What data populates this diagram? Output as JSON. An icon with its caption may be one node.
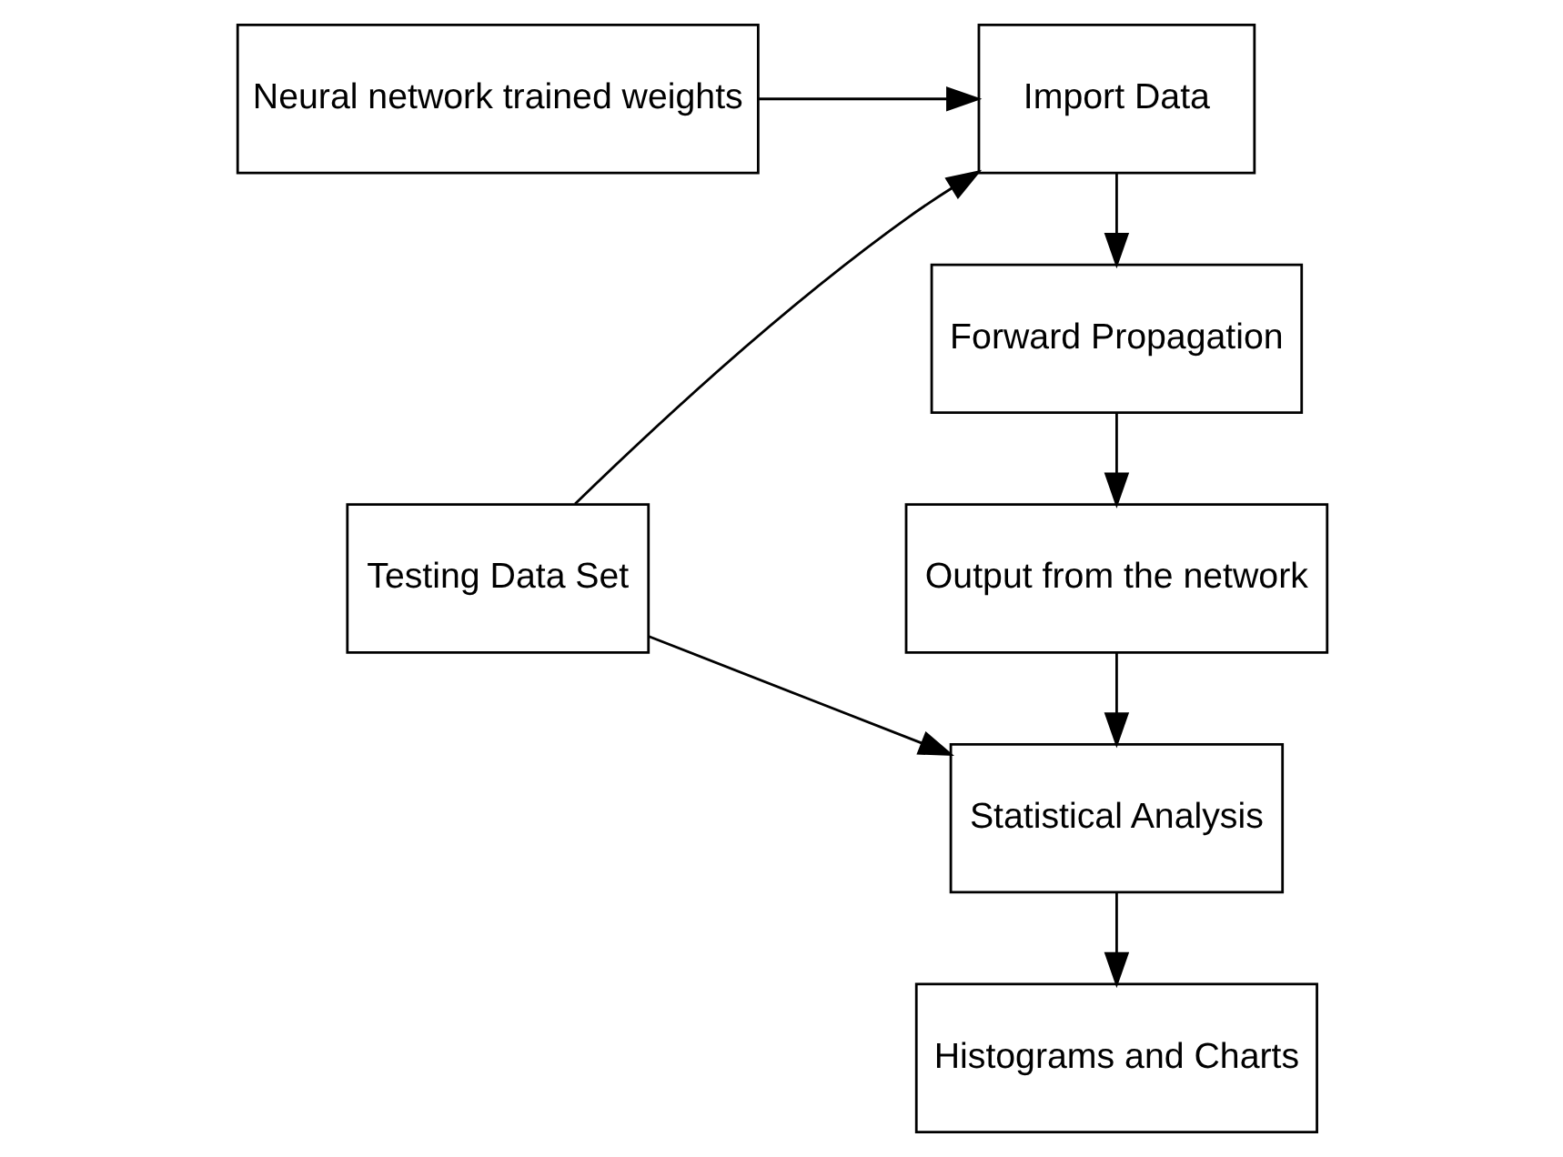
{
  "diagram": {
    "nodes": [
      {
        "text": [
          "Testing Data Set"
        ]
      },
      {
        "text": [
          "Import Data"
        ]
      },
      {
        "text": [
          "Neural network trained weights"
        ]
      },
      {
        "text": [
          "Forward Propagation"
        ]
      },
      {
        "text": [
          "Output from the network"
        ]
      },
      {
        "text": [
          "Statistical Analysis"
        ]
      },
      {
        "text": [
          "Histograms and Charts"
        ]
      }
    ],
    "edges": [
      {
        "from": 0,
        "to": 1,
        "arrow": "to"
      },
      {
        "from": 2,
        "to": 1,
        "arrow": "to"
      },
      {
        "from": 1,
        "to": 3,
        "arrow": "to"
      },
      {
        "from": 3,
        "to": 4,
        "arrow": "to"
      },
      {
        "from": 4,
        "to": 5,
        "arrow": "to"
      },
      {
        "from": 0,
        "to": 5,
        "arrow": "to"
      },
      {
        "from": 5,
        "to": 6,
        "arrow": "to"
      }
    ]
  }
}
